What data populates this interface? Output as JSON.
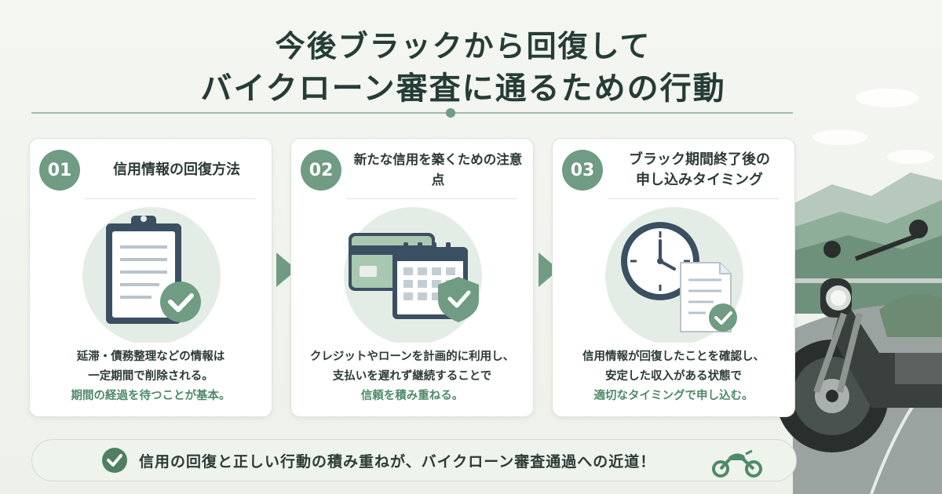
{
  "header": {
    "title_line1": "今後ブラックから回復して",
    "title_line2": "バイクローン審査に通るための行動"
  },
  "steps": [
    {
      "number": "01",
      "heading": [
        "信用情報の回復方法"
      ],
      "desc_lines": [
        "延滞・債務整理などの情報は",
        "一定期間で削除される。"
      ],
      "desc_emphasis": "期間の経過を待つことが基本。"
    },
    {
      "number": "02",
      "heading": [
        "新たな信用を築くための注意点"
      ],
      "desc_lines": [
        "クレジットやローンを計画的に利用し、",
        "支払いを遅れず継続することで"
      ],
      "desc_emphasis": "信頼を積み重ねる。"
    },
    {
      "number": "03",
      "heading": [
        "ブラック期間終了後の",
        "申し込みタイミング"
      ],
      "desc_lines": [
        "信用情報が回復したことを確認し、",
        "安定した収入がある状態で"
      ],
      "desc_emphasis": "適切なタイミングで申し込む。"
    }
  ],
  "banner": {
    "text": "信用の回復と正しい行動の積み重ねが、バイクローン審査通過への近道！"
  },
  "icons": {
    "step1": "clipboard-check-icon",
    "step2": "card-calendar-shield-icon",
    "step3": "clock-document-icon",
    "banner_check": "check-circle-icon",
    "banner_moto": "motorcycle-icon"
  },
  "colors": {
    "accent": "#6f9c83",
    "emphasis_text": "#4f8a68",
    "title_text": "#263c36"
  }
}
